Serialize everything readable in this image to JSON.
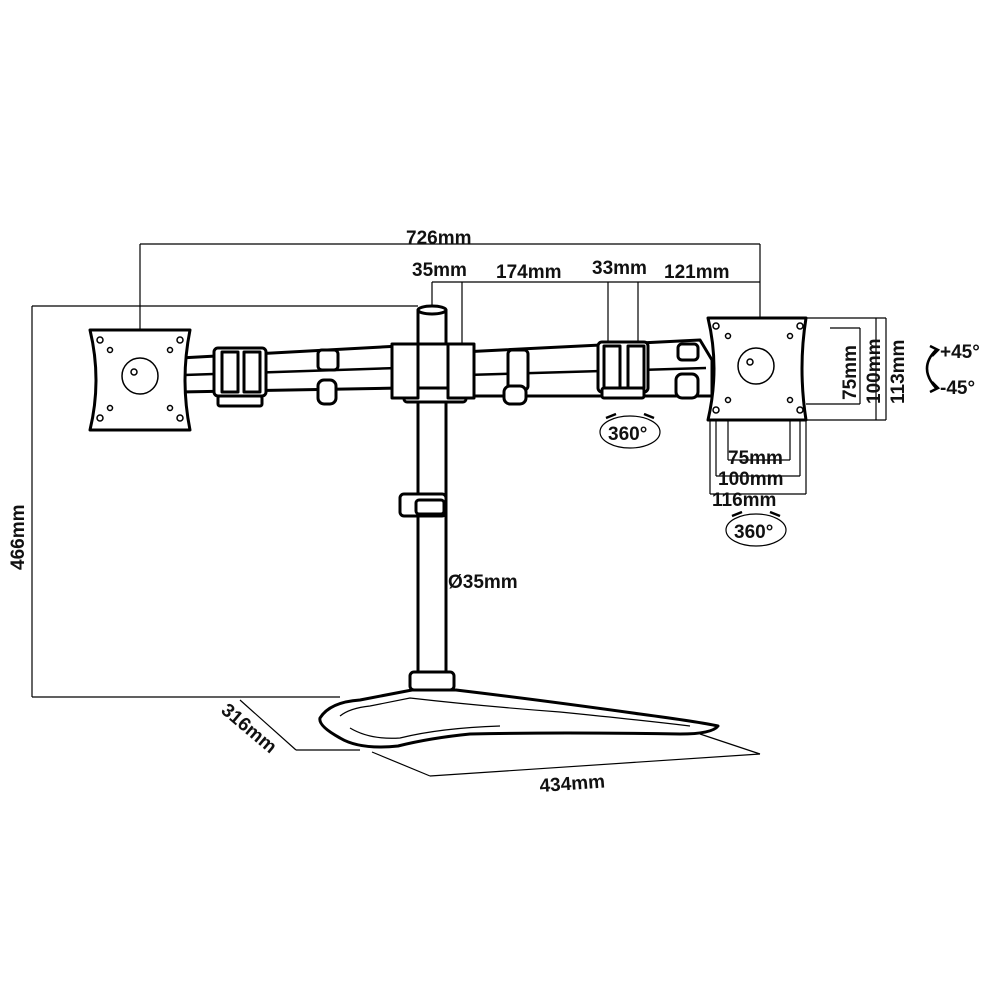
{
  "dimensions": {
    "total_width": "726mm",
    "offset_left": "35mm",
    "arm_segment": "174mm",
    "joint_width": "33mm",
    "arm_end": "121mm",
    "height": "466mm",
    "pole_diameter": "Ø35mm",
    "base_depth": "316mm",
    "base_width": "434mm"
  },
  "vesa": {
    "v75": "75mm",
    "v100": "100mm",
    "v113": "113mm",
    "h75": "75mm",
    "h100": "100mm",
    "h116": "116mm"
  },
  "rotation": {
    "swivel_arm": "360°",
    "swivel_plate": "360°",
    "tilt_up": "+45°",
    "tilt_down": "-45°"
  },
  "colors": {
    "line": "#000000",
    "background": "#ffffff"
  }
}
